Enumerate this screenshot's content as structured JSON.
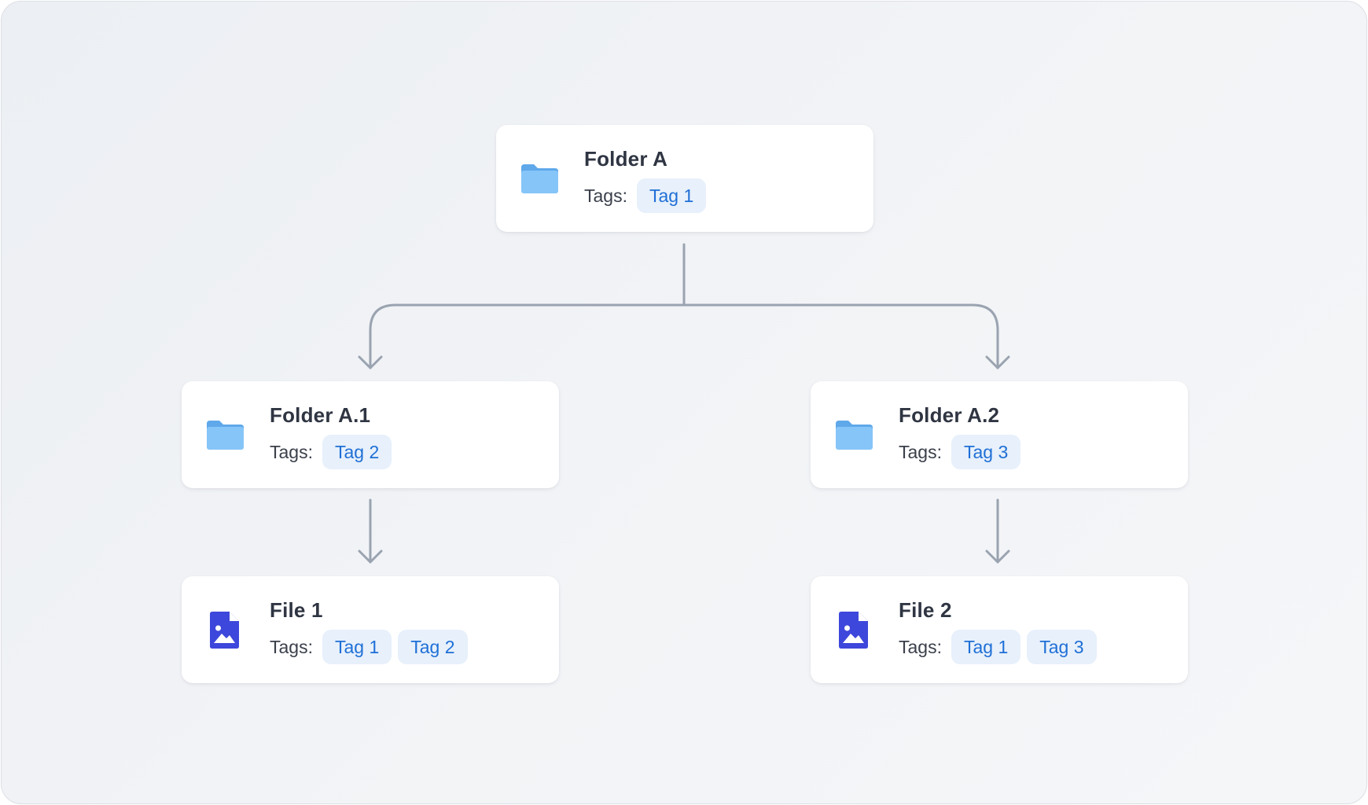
{
  "tags_label": "Tags:",
  "colors": {
    "folder": "#7ec0f7",
    "file": "#3e47db",
    "tag_bg": "#e7f0fb",
    "tag_text": "#1f6fd6",
    "connector": "#9aa3b0"
  },
  "nodes": {
    "folder_a": {
      "title": "Folder A",
      "icon": "folder-icon",
      "tags": [
        "Tag 1"
      ]
    },
    "folder_a1": {
      "title": "Folder A.1",
      "icon": "folder-icon",
      "tags": [
        "Tag 2"
      ]
    },
    "folder_a2": {
      "title": "Folder A.2",
      "icon": "folder-icon",
      "tags": [
        "Tag 3"
      ]
    },
    "file_1": {
      "title": "File 1",
      "icon": "image-file-icon",
      "tags": [
        "Tag 1",
        "Tag 2"
      ]
    },
    "file_2": {
      "title": "File 2",
      "icon": "image-file-icon",
      "tags": [
        "Tag 1",
        "Tag 3"
      ]
    }
  },
  "edges": [
    {
      "from": "Folder A",
      "to": "Folder A.1"
    },
    {
      "from": "Folder A",
      "to": "Folder A.2"
    },
    {
      "from": "Folder A.1",
      "to": "File 1"
    },
    {
      "from": "Folder A.2",
      "to": "File 2"
    }
  ]
}
